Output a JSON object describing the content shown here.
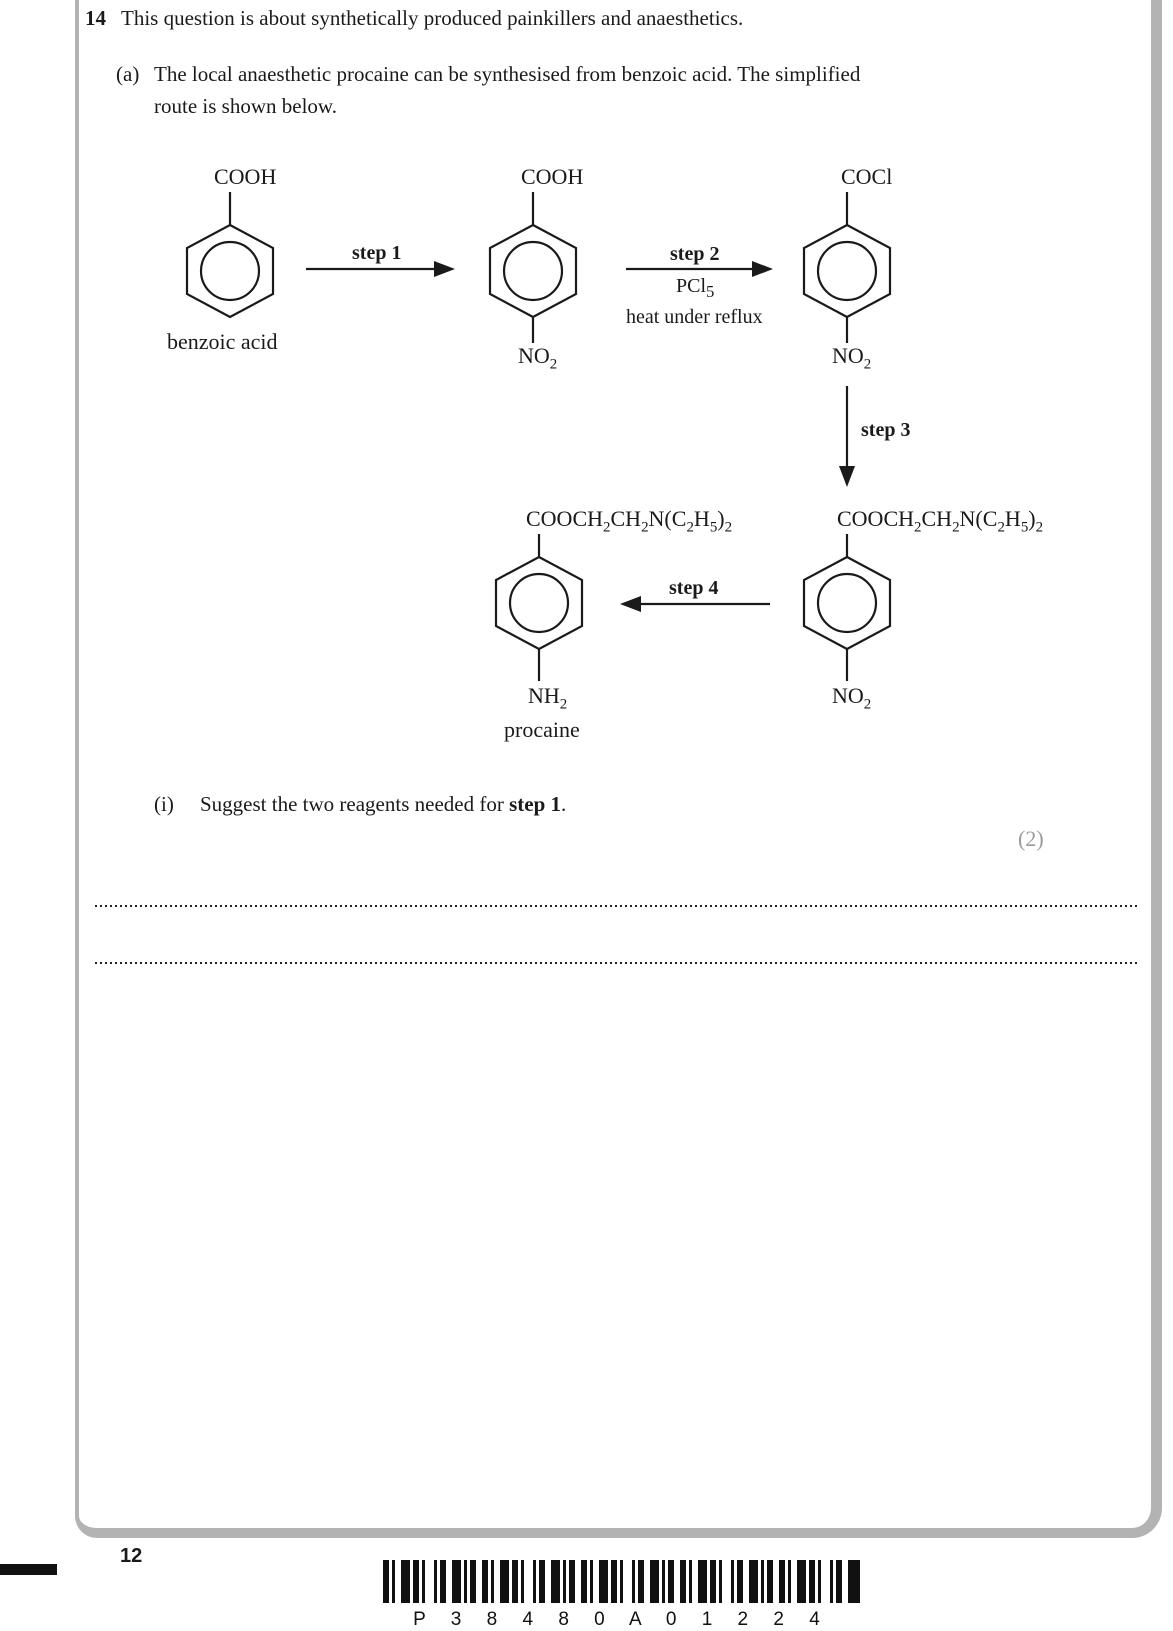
{
  "question": {
    "number": "14",
    "intro": "This question is about synthetically produced painkillers and anaesthetics.",
    "part_a": {
      "label": "(a)",
      "line1": "The local anaesthetic procaine can be synthesised from benzoic acid.  The simplified",
      "line2": "route is shown below."
    },
    "part_i": {
      "label": "(i)",
      "prompt_before": "Suggest the two reagents needed for ",
      "prompt_bold": "step 1",
      "prompt_after": ".",
      "marks": "(2)"
    }
  },
  "scheme": {
    "molecules": {
      "benzoic_acid": {
        "top_group": "COOH",
        "name": "benzoic acid"
      },
      "nitrobenzoic_acid": {
        "top_group": "COOH",
        "bottom_group": "NO2"
      },
      "acyl_chloride": {
        "top_group": "COCl",
        "bottom_group": "NO2"
      },
      "nitro_ester": {
        "top_group": "COOCH2CH2N(C2H5)2",
        "bottom_group": "NO2"
      },
      "procaine": {
        "top_group": "COOCH2CH2N(C2H5)2",
        "bottom_group": "NH2",
        "name": "procaine"
      }
    },
    "steps": {
      "step1": {
        "label": "step 1"
      },
      "step2": {
        "label": "step 2",
        "reagent": "PCl5",
        "condition": "heat under reflux"
      },
      "step3": {
        "label": "step 3"
      },
      "step4": {
        "label": "step 4"
      }
    }
  },
  "footer": {
    "page_number": "12",
    "barcode_text": "P 3 8 4 8 0 A 0 1 2 2 4"
  },
  "colors": {
    "text": "#1a1a1a",
    "frame_gray": "#b3b3b3",
    "marks_gray": "#9b9b9b"
  }
}
